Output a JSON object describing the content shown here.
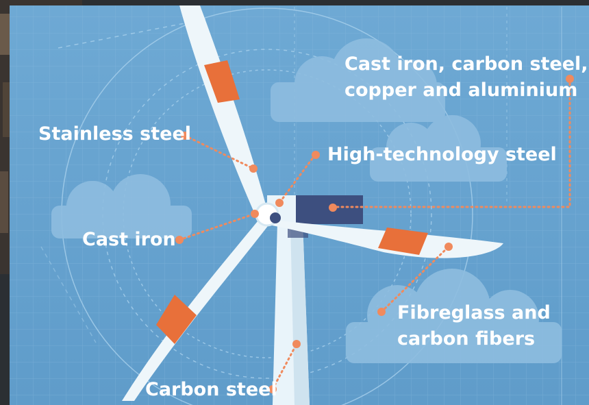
{
  "labels": {
    "materials_nacelle_line1": "Cast iron, carbon steel,",
    "materials_nacelle_line2": "copper and aluminium",
    "stainless_steel": "Stainless steel",
    "high_technology_steel": "High-technology steel",
    "cast_iron": "Cast iron",
    "fibreglass_line1": "Fibreglass and",
    "fibreglass_line2": "carbon fibers",
    "carbon_steel": "Carbon steel"
  },
  "colors": {
    "background": "#6ba6d1",
    "grid": "#8fbde0",
    "blade": "#eef6fa",
    "blade_accent": "#e8703a",
    "nacelle": "#3d4f7f",
    "callout": "#f08a5d",
    "label": "#ffffff"
  }
}
